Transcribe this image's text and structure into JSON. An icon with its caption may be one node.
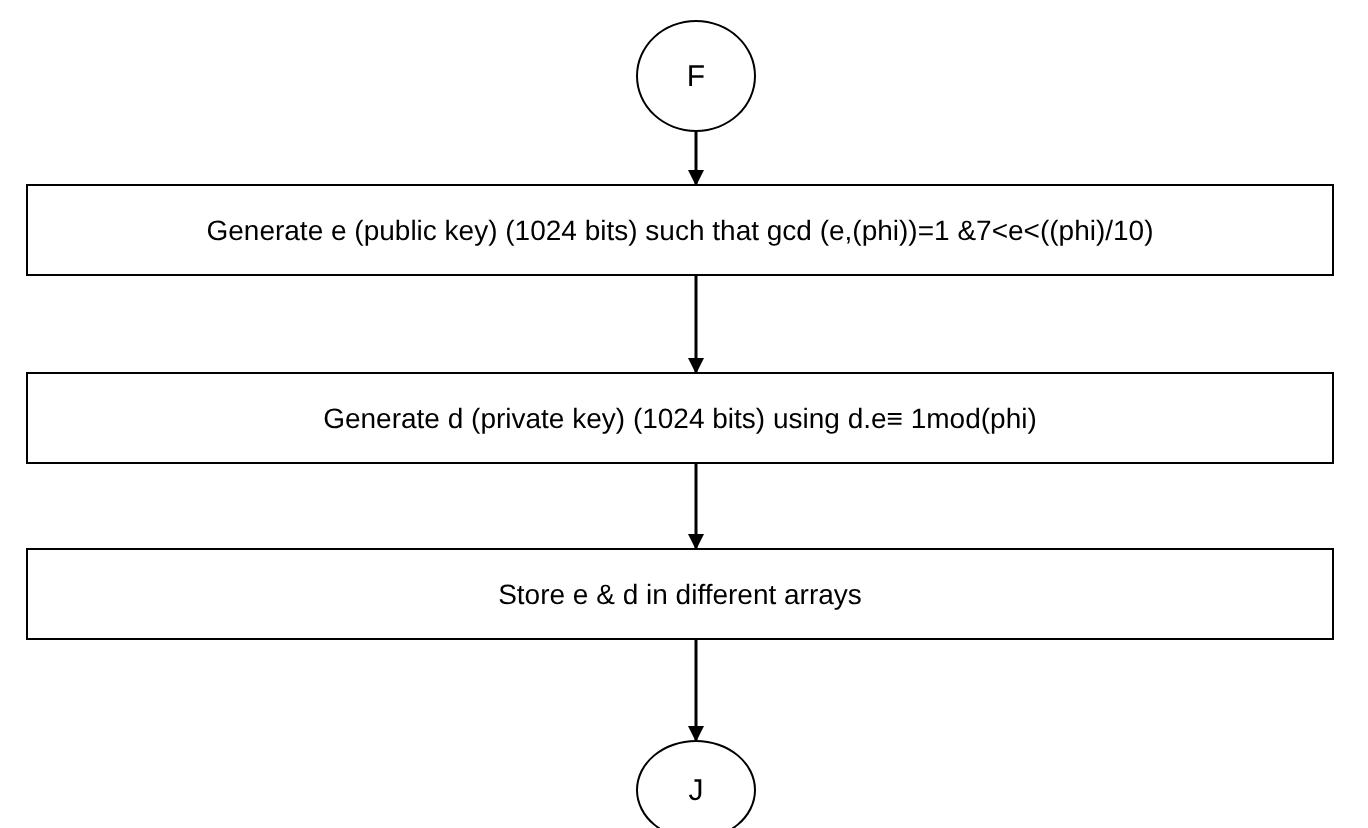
{
  "diagram": {
    "nodes": [
      {
        "text": [
          "F"
        ]
      },
      {
        "text": [
          "Generate e (public key) (1024 bits) such that gcd (e,(phi))=1 &7<e<((phi)/10)"
        ]
      },
      {
        "text": [
          "Generate d (private key) (1024 bits) using d.e≡ 1mod(phi)"
        ]
      },
      {
        "text": [
          "Store e & d in different arrays"
        ]
      },
      {
        "text": [
          "J"
        ]
      }
    ],
    "edges": [
      {
        "from": 0,
        "to": 1,
        "arrow": "to"
      },
      {
        "from": 1,
        "to": 2,
        "arrow": "to"
      },
      {
        "from": 2,
        "to": 3,
        "arrow": "to"
      },
      {
        "from": 3,
        "to": 4,
        "arrow": "to"
      }
    ]
  }
}
